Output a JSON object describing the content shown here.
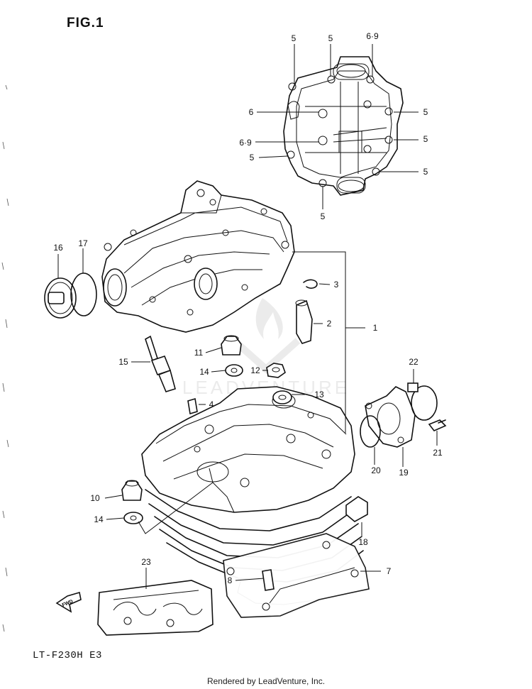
{
  "figure": {
    "title": "FIG.1",
    "model": "LT-F230H  E3",
    "footer": "Rendered by LeadVenture, Inc."
  },
  "callouts": [
    {
      "id": "c5a",
      "text": "5"
    },
    {
      "id": "c5b",
      "text": "5"
    },
    {
      "id": "c69a",
      "text": "6·9"
    },
    {
      "id": "c6",
      "text": "6"
    },
    {
      "id": "c5c",
      "text": "5"
    },
    {
      "id": "c69b",
      "text": "6·9"
    },
    {
      "id": "c5d",
      "text": "5"
    },
    {
      "id": "c5e",
      "text": "5"
    },
    {
      "id": "c5f",
      "text": "5"
    },
    {
      "id": "c5g",
      "text": "5"
    },
    {
      "id": "c16",
      "text": "16"
    },
    {
      "id": "c17",
      "text": "17"
    },
    {
      "id": "c3",
      "text": "3"
    },
    {
      "id": "c2",
      "text": "2"
    },
    {
      "id": "c1",
      "text": "1"
    },
    {
      "id": "c11",
      "text": "11"
    },
    {
      "id": "c15",
      "text": "15"
    },
    {
      "id": "c14a",
      "text": "14"
    },
    {
      "id": "c12",
      "text": "12"
    },
    {
      "id": "c13",
      "text": "13"
    },
    {
      "id": "c22",
      "text": "22"
    },
    {
      "id": "c4",
      "text": "4"
    },
    {
      "id": "c21",
      "text": "21"
    },
    {
      "id": "c20",
      "text": "20"
    },
    {
      "id": "c19",
      "text": "19"
    },
    {
      "id": "c10",
      "text": "10"
    },
    {
      "id": "c14b",
      "text": "14"
    },
    {
      "id": "c18",
      "text": "18"
    },
    {
      "id": "c23",
      "text": "23"
    },
    {
      "id": "c7",
      "text": "7"
    },
    {
      "id": "c8",
      "text": "8"
    }
  ],
  "fwd_arrow_label": "FWD",
  "watermark": "LEADVENTURE"
}
